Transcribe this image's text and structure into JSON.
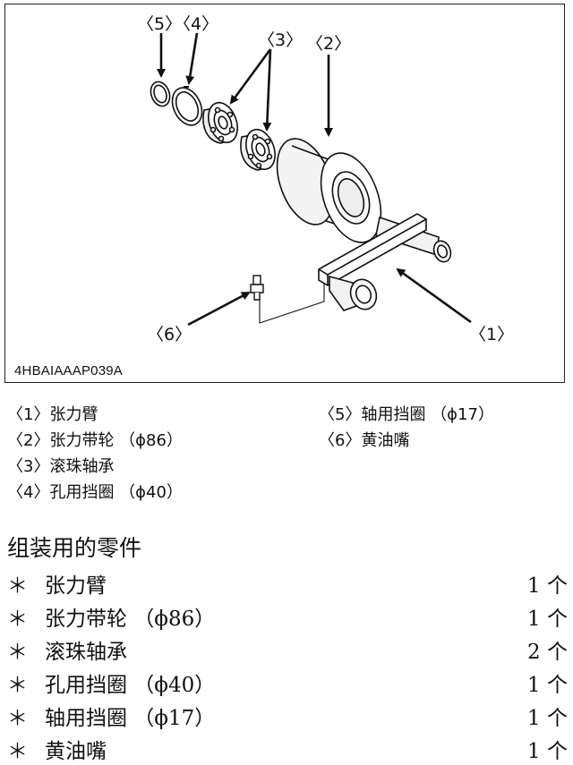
{
  "figure": {
    "id_label": "4HBAIAAAP039A",
    "callouts": {
      "c1": "〈1〉",
      "c2": "〈2〉",
      "c3": "〈3〉",
      "c4": "〈4〉",
      "c5": "〈5〉",
      "c6": "〈6〉"
    }
  },
  "legend": {
    "left": [
      "〈1〉张力臂",
      "〈2〉张力带轮 （ϕ86）",
      "〈3〉滚珠轴承",
      "〈4〉孔用挡圈 （ϕ40）"
    ],
    "right": [
      "〈5〉轴用挡圈 （ϕ17）",
      "〈6〉黄油嘴"
    ]
  },
  "parts_section": {
    "title": "组装用的零件",
    "bullet": "＊",
    "items": [
      {
        "name": "张力臂",
        "qty": "1 个"
      },
      {
        "name": "张力带轮 （ϕ86）",
        "qty": "1 个"
      },
      {
        "name": "滚珠轴承",
        "qty": "2 个"
      },
      {
        "name": "孔用挡圈 （ϕ40）",
        "qty": "1 个"
      },
      {
        "name": "轴用挡圈 （ϕ17）",
        "qty": "1 个"
      },
      {
        "name": "黄油嘴",
        "qty": "1 个"
      }
    ]
  }
}
